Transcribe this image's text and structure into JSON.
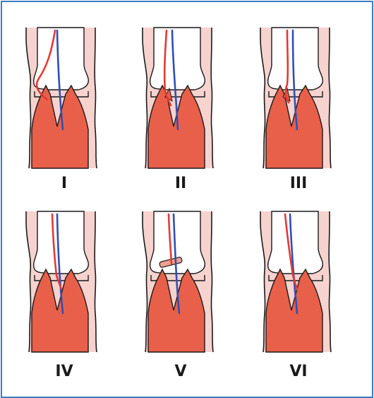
{
  "figure": {
    "panels": [
      {
        "id": "I",
        "label": "I",
        "variant": 1
      },
      {
        "id": "II",
        "label": "II",
        "variant": 2
      },
      {
        "id": "III",
        "label": "III",
        "variant": 3
      },
      {
        "id": "IV",
        "label": "IV",
        "variant": 4
      },
      {
        "id": "V",
        "label": "V",
        "variant": 5
      },
      {
        "id": "VI",
        "label": "VI",
        "variant": 6
      }
    ],
    "colors": {
      "skin": "#f6d3cf",
      "muscle": "#e8604a",
      "outline": "#1a1a1a",
      "artery": "#e53935",
      "vein": "#2f4fb5",
      "frame": "#3b7dc4",
      "band": "#f0a08e"
    }
  }
}
